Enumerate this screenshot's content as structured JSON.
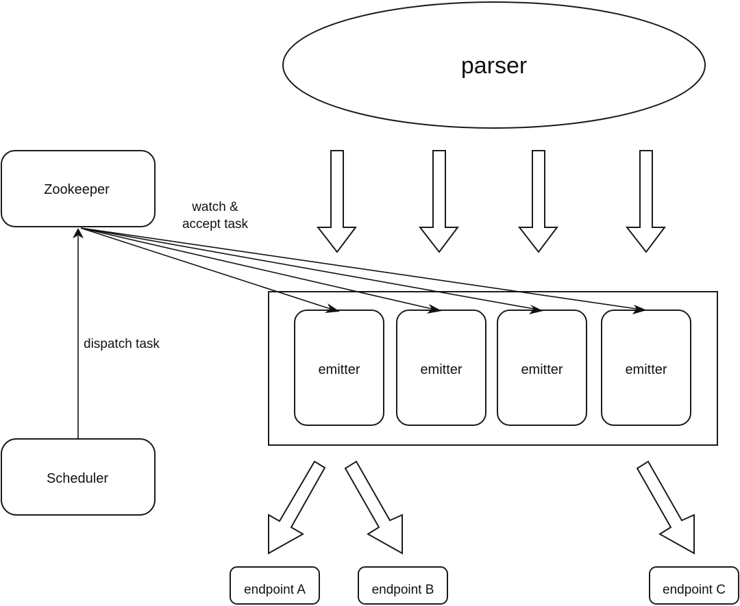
{
  "nodes": {
    "parser": {
      "label": "parser"
    },
    "zookeeper": {
      "label": "Zookeeper"
    },
    "scheduler": {
      "label": "Scheduler"
    },
    "emitter_group": {
      "label": ""
    },
    "emitters": [
      {
        "label": "emitter"
      },
      {
        "label": "emitter"
      },
      {
        "label": "emitter"
      },
      {
        "label": "emitter"
      }
    ],
    "endpoints": [
      {
        "label": "endpoint A"
      },
      {
        "label": "endpoint B"
      },
      {
        "label": "endpoint C"
      }
    ]
  },
  "edges": {
    "zookeeper_to_emitters": {
      "label_line1": "watch &",
      "label_line2": "accept task"
    },
    "scheduler_to_zookeeper": {
      "label": "dispatch task"
    }
  },
  "colors": {
    "stroke": "#1a1a1a",
    "fill": "#ffffff",
    "background": "#ffffff"
  }
}
